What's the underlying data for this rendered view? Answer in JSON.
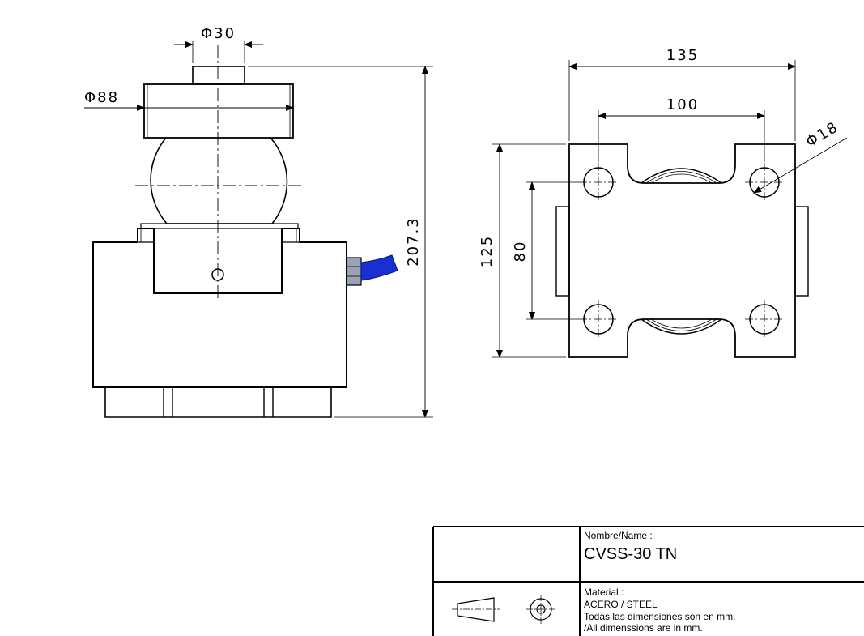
{
  "side_view": {
    "dim_top_dia": "Φ30",
    "dim_cap_dia": "Φ88",
    "dim_height": "207.3"
  },
  "plan_view": {
    "dim_width_outer": "135",
    "dim_width_holes": "100",
    "dim_hole_dia": "Φ18",
    "dim_height_outer": "125",
    "dim_height_holes": "80"
  },
  "title_block": {
    "name_label": "Nombre/Name :",
    "name_value": "CVSS-30 TN",
    "material_label": "Material :",
    "material_value": "ACERO / STEEL",
    "note_es": "Todas las dimensiones son en mm.",
    "note_en": "/All dimenssions are in mm."
  },
  "colors": {
    "line": "#000000",
    "cable": "#1a2fd0",
    "connector": "#9aa2b4"
  }
}
